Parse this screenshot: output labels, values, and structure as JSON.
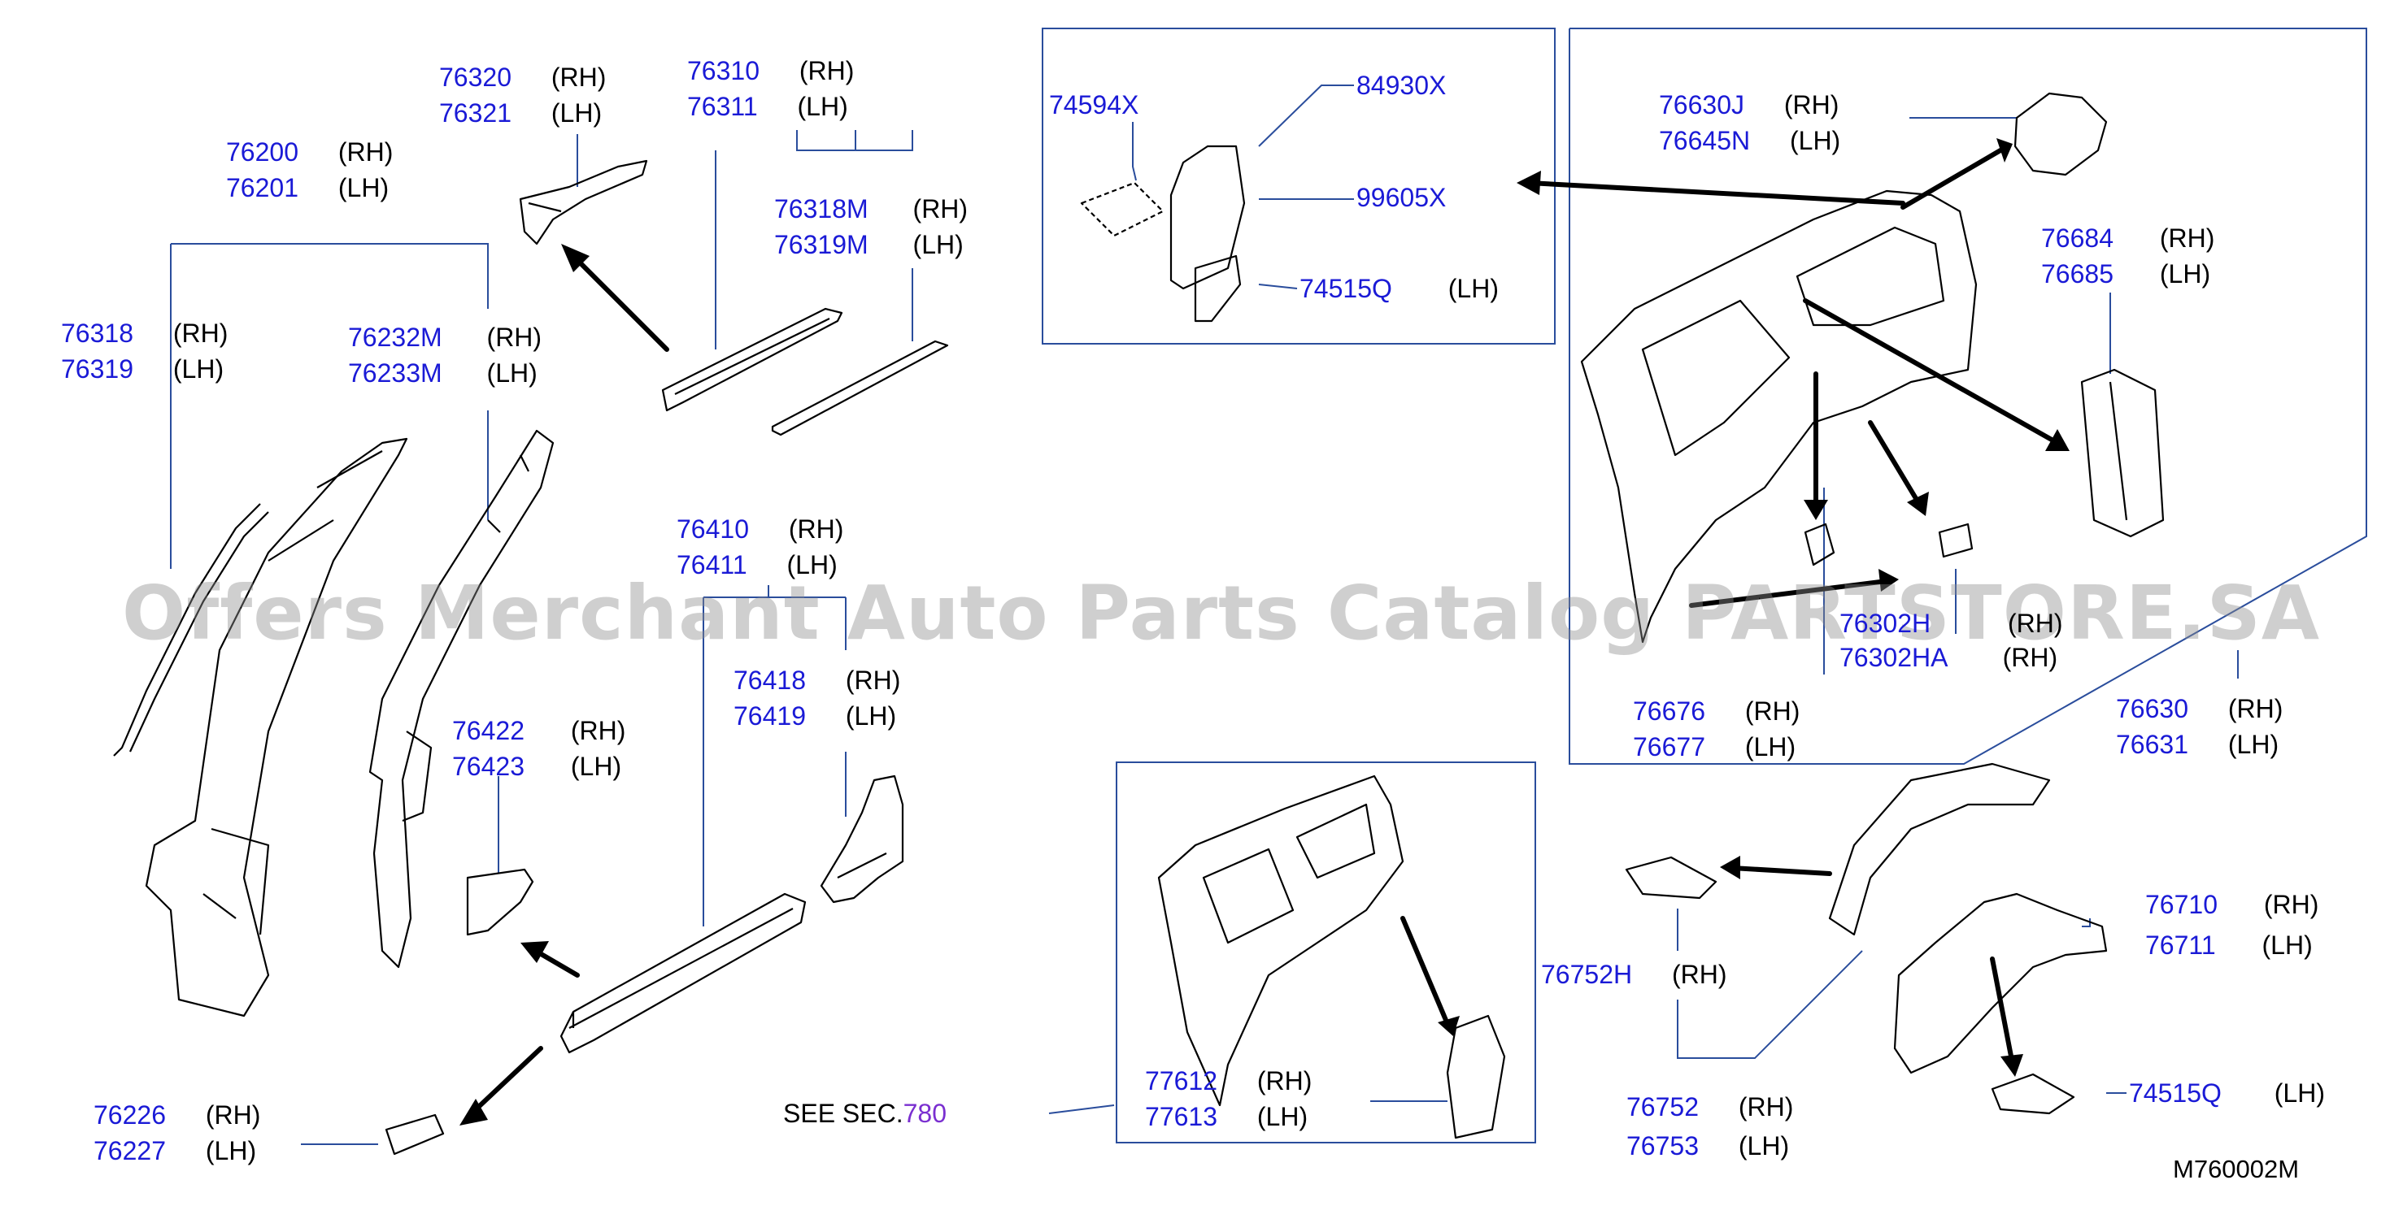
{
  "diagram_code": "M760002M",
  "watermark": "Offers Merchant Auto Parts Catalog PARTSTORE.SA",
  "see_section": {
    "prefix": "SEE   SEC.",
    "number": "780"
  },
  "callouts": [
    {
      "id": "c76320",
      "lines": [
        {
          "pn": "76320",
          "side": "(RH)"
        },
        {
          "pn": "76321",
          "side": "(LH)"
        }
      ]
    },
    {
      "id": "c76310",
      "lines": [
        {
          "pn": "76310",
          "side": "(RH)"
        },
        {
          "pn": "76311",
          "side": "(LH)"
        }
      ]
    },
    {
      "id": "c76200",
      "lines": [
        {
          "pn": "76200",
          "side": "(RH)"
        },
        {
          "pn": "76201",
          "side": "(LH)"
        }
      ]
    },
    {
      "id": "c76318M",
      "lines": [
        {
          "pn": "76318M",
          "side": "(RH)"
        },
        {
          "pn": "76319M",
          "side": "(LH)"
        }
      ]
    },
    {
      "id": "c76318",
      "lines": [
        {
          "pn": "76318",
          "side": "(RH)"
        },
        {
          "pn": "76319",
          "side": "(LH)"
        }
      ]
    },
    {
      "id": "c76232M",
      "lines": [
        {
          "pn": "76232M",
          "side": "(RH)"
        },
        {
          "pn": "76233M",
          "side": "(LH)"
        }
      ]
    },
    {
      "id": "c76410",
      "lines": [
        {
          "pn": "76410",
          "side": "(RH)"
        },
        {
          "pn": "76411",
          "side": "(LH)"
        }
      ]
    },
    {
      "id": "c76418",
      "lines": [
        {
          "pn": "76418",
          "side": "(RH)"
        },
        {
          "pn": "76419",
          "side": "(LH)"
        }
      ]
    },
    {
      "id": "c76422",
      "lines": [
        {
          "pn": "76422",
          "side": "(RH)"
        },
        {
          "pn": "76423",
          "side": "(LH)"
        }
      ]
    },
    {
      "id": "c76226",
      "lines": [
        {
          "pn": "76226",
          "side": "(RH)"
        },
        {
          "pn": "76227",
          "side": "(LH)"
        }
      ]
    },
    {
      "id": "c74594X",
      "lines": [
        {
          "pn": "74594X",
          "side": ""
        }
      ]
    },
    {
      "id": "c84930X",
      "lines": [
        {
          "pn": "84930X",
          "side": ""
        }
      ]
    },
    {
      "id": "c99605X",
      "lines": [
        {
          "pn": "99605X",
          "side": ""
        }
      ]
    },
    {
      "id": "c74515Qa",
      "lines": [
        {
          "pn": "74515Q",
          "side": "(LH)"
        }
      ]
    },
    {
      "id": "c76630J",
      "lines": [
        {
          "pn": "76630J",
          "side": "(RH)"
        },
        {
          "pn": "76645N",
          "side": "(LH)"
        }
      ]
    },
    {
      "id": "c76684",
      "lines": [
        {
          "pn": "76684",
          "side": "(RH)"
        },
        {
          "pn": "76685",
          "side": "(LH)"
        }
      ]
    },
    {
      "id": "c76302H",
      "lines": [
        {
          "pn": "76302H",
          "side": "(RH)"
        },
        {
          "pn": "76302HA",
          "side": "(RH)"
        }
      ]
    },
    {
      "id": "c76676",
      "lines": [
        {
          "pn": "76676",
          "side": "(RH)"
        },
        {
          "pn": "76677",
          "side": "(LH)"
        }
      ]
    },
    {
      "id": "c76630",
      "lines": [
        {
          "pn": "76630",
          "side": "(RH)"
        },
        {
          "pn": "76631",
          "side": "(LH)"
        }
      ]
    },
    {
      "id": "c76710",
      "lines": [
        {
          "pn": "76710",
          "side": "(RH)"
        },
        {
          "pn": "76711",
          "side": "(LH)"
        }
      ]
    },
    {
      "id": "c76752H",
      "lines": [
        {
          "pn": "76752H",
          "side": "(RH)"
        }
      ]
    },
    {
      "id": "c76752",
      "lines": [
        {
          "pn": "76752",
          "side": "(RH)"
        },
        {
          "pn": "76753",
          "side": "(LH)"
        }
      ]
    },
    {
      "id": "c77612",
      "lines": [
        {
          "pn": "77612",
          "side": "(RH)"
        },
        {
          "pn": "77613",
          "side": "(LH)"
        }
      ]
    },
    {
      "id": "c74515Qb",
      "lines": [
        {
          "pn": "74515Q",
          "side": "(LH)"
        }
      ]
    }
  ],
  "colors": {
    "part_number": "#1a1ad6",
    "leader": "#2a4d9c",
    "section_link": "#7a2fd0",
    "drawing": "#000000"
  }
}
